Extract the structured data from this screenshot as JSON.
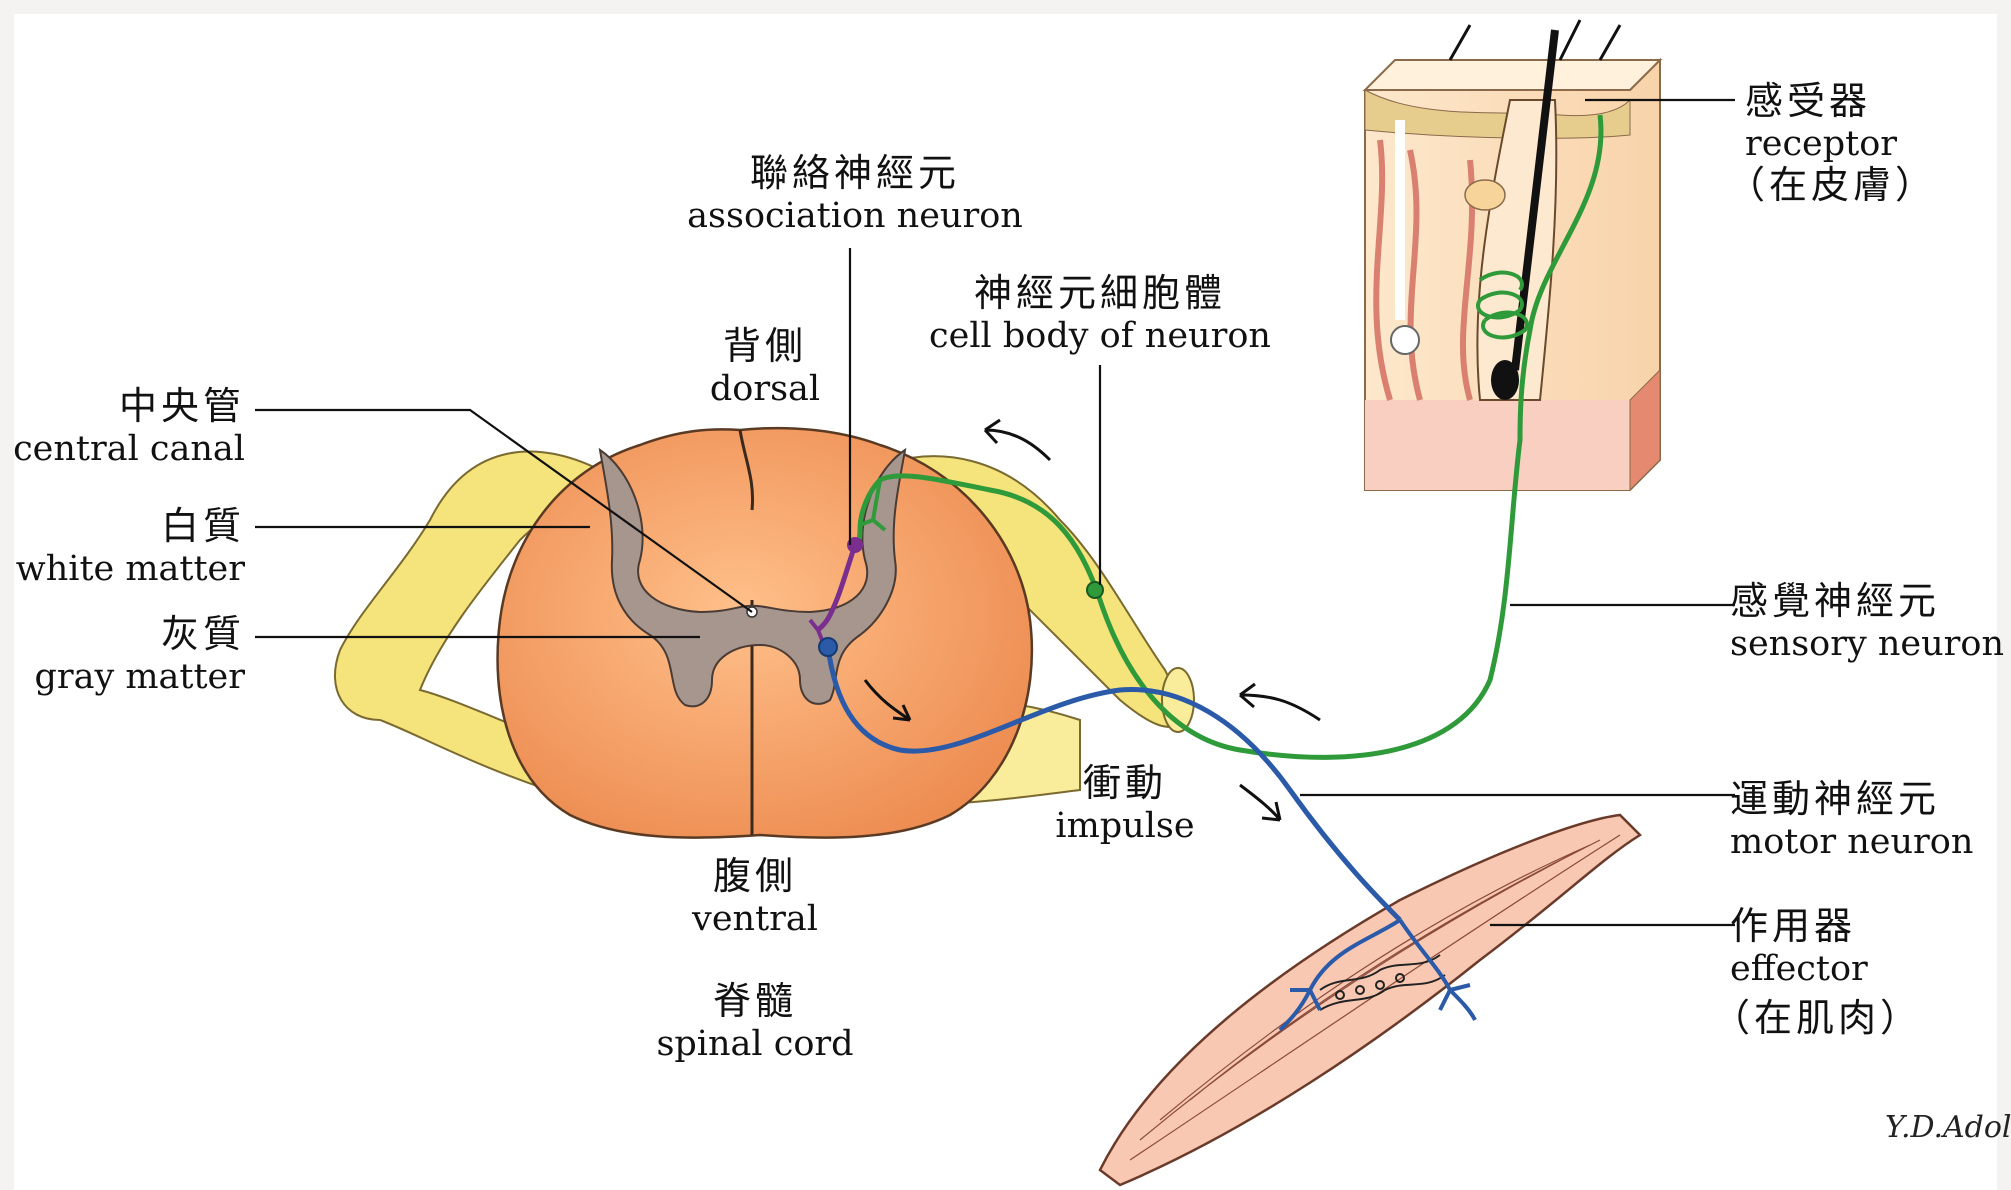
{
  "labels": {
    "association_neuron": {
      "zh": "聯絡神經元",
      "en": "association neuron"
    },
    "cell_body": {
      "zh": "神經元細胞體",
      "en": "cell body of neuron"
    },
    "dorsal": {
      "zh": "背側",
      "en": "dorsal"
    },
    "central_canal": {
      "zh": "中央管",
      "en": "central canal"
    },
    "white_matter": {
      "zh": "白質",
      "en": "white matter"
    },
    "gray_matter": {
      "zh": "灰質",
      "en": "gray matter"
    },
    "ventral": {
      "zh": "腹側",
      "en": "ventral"
    },
    "spinal_cord": {
      "zh": "脊髓",
      "en": "spinal cord"
    },
    "impulse": {
      "zh": "衝動",
      "en": "impulse"
    },
    "receptor": {
      "zh": "感受器",
      "en": "receptor",
      "note": "（在皮膚）"
    },
    "sensory_neuron": {
      "zh": "感覺神經元",
      "en": "sensory neuron"
    },
    "motor_neuron": {
      "zh": "運動神經元",
      "en": "motor neuron"
    },
    "effector": {
      "zh": "作用器",
      "en": "effector",
      "note": "（在肌肉）"
    }
  },
  "signature": "Y.D.Adolph",
  "colors": {
    "sensory": "#2f9a3a",
    "motor": "#2a5aa8",
    "association": "#7a2f8f",
    "white_matter": "#f4a46a",
    "gray_matter": "#a8958c",
    "nerve_root": "#f3e27a",
    "muscle": "#f6c9b8",
    "skin": "#fbe0bf"
  }
}
